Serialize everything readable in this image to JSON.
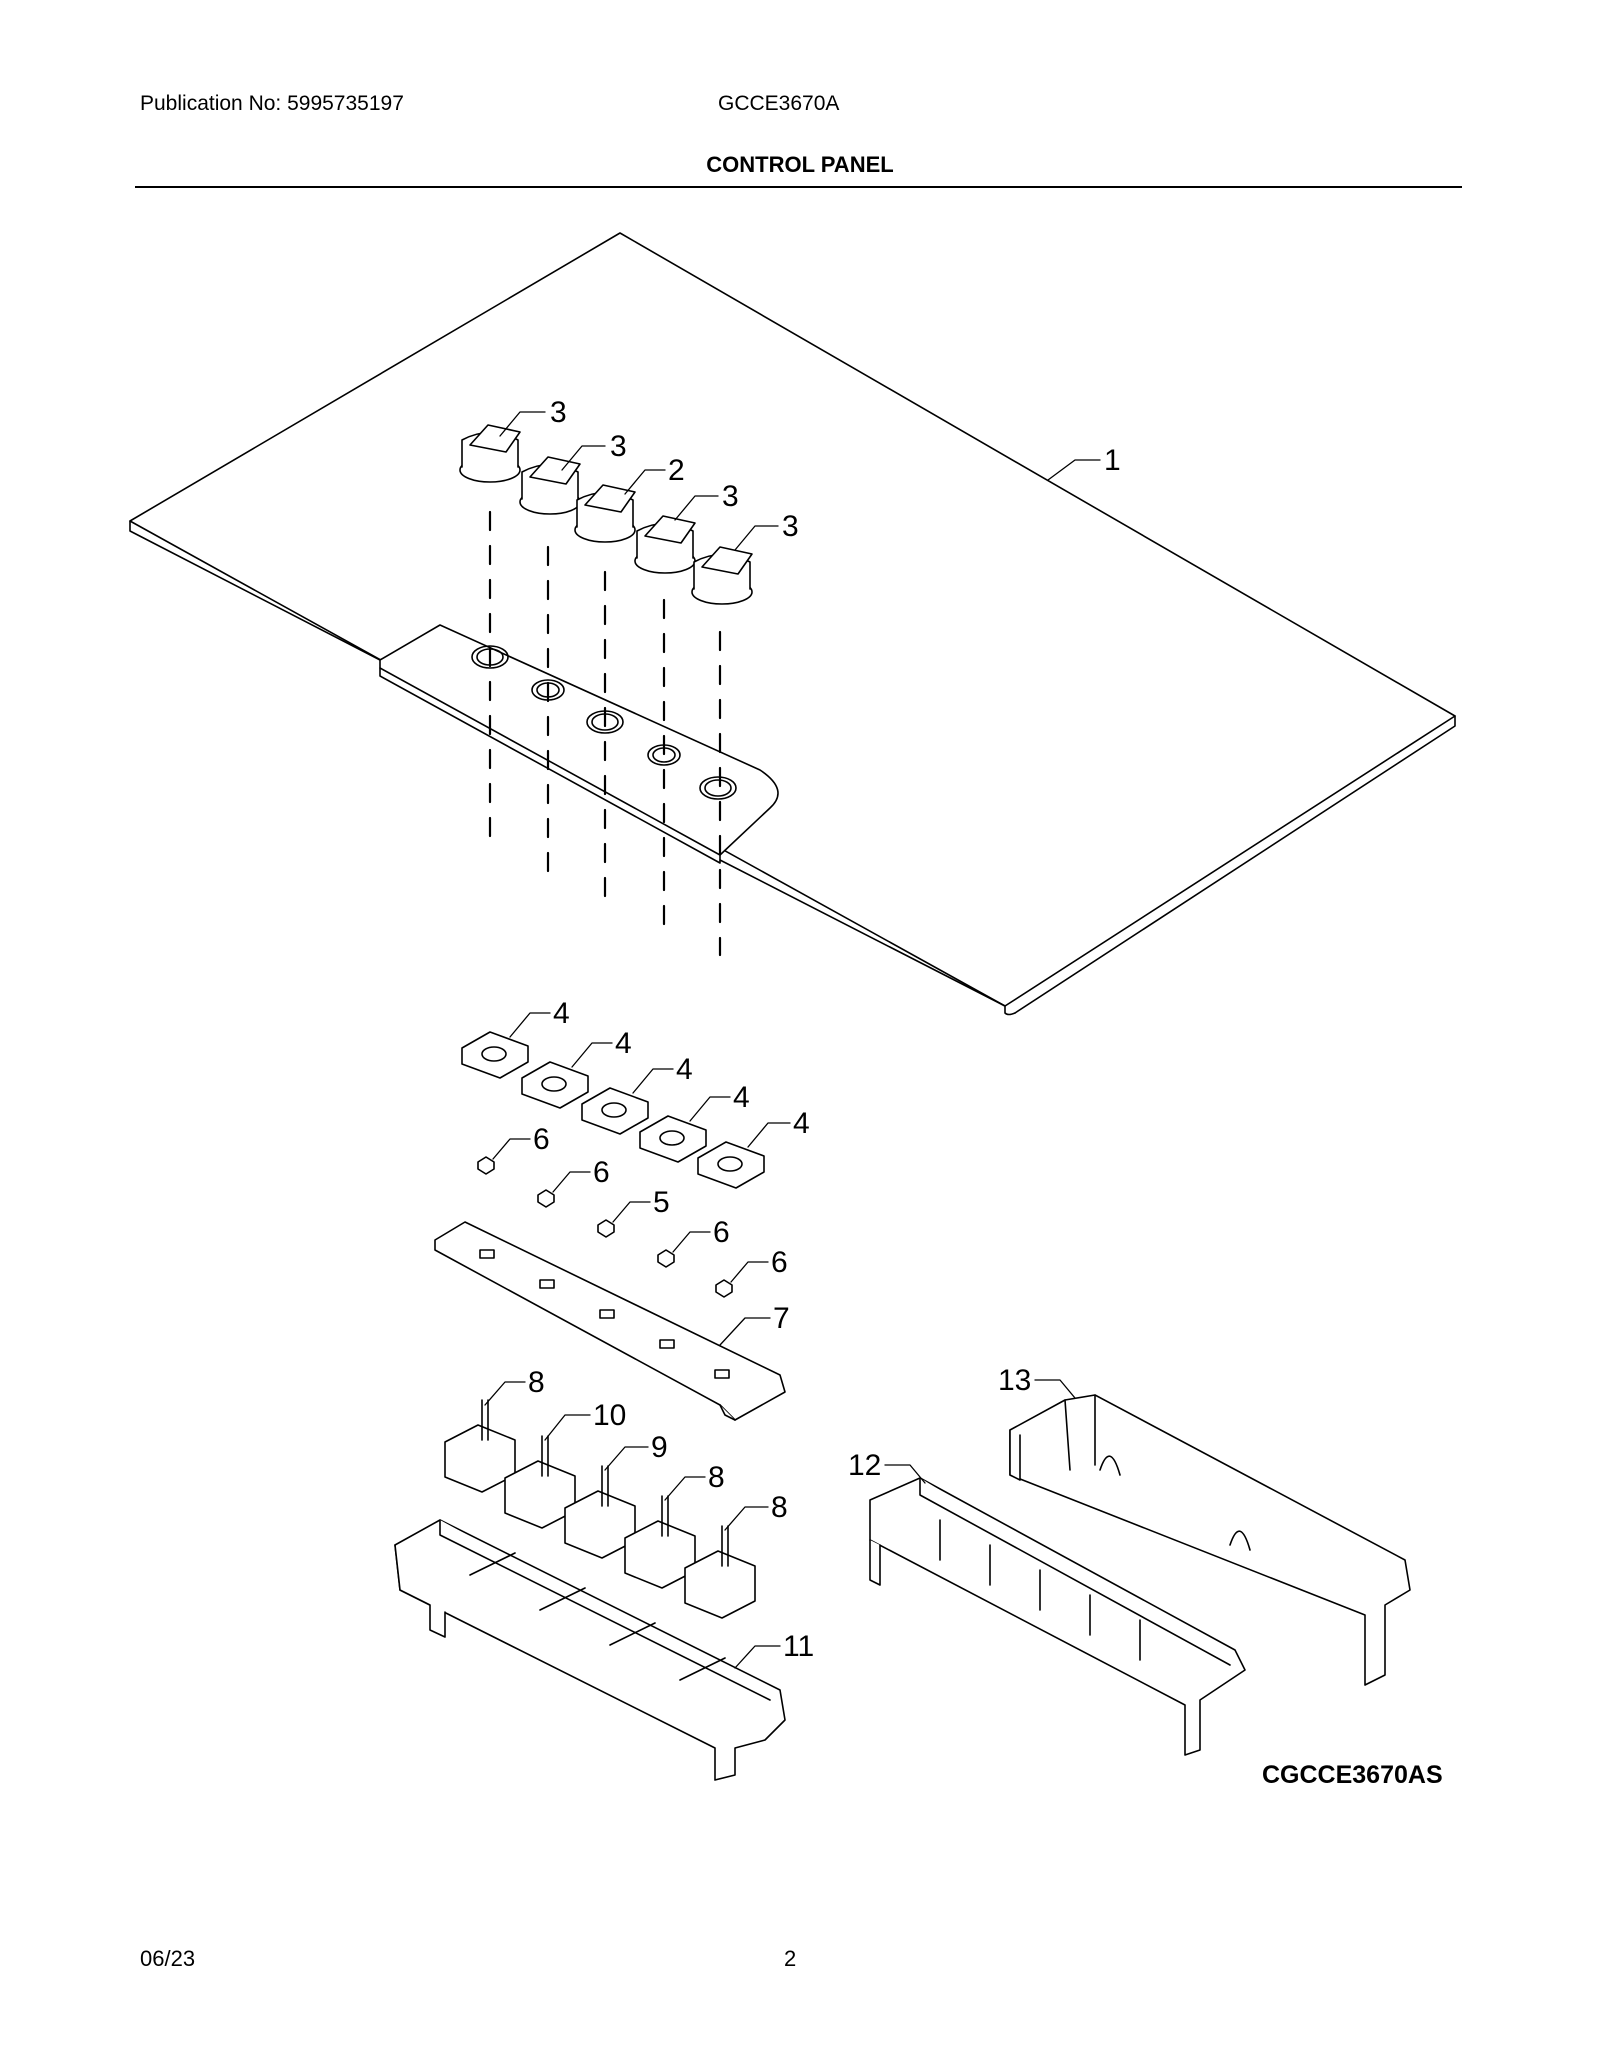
{
  "header": {
    "publication": "Publication No: 5995735197",
    "model": "GCCE3670A",
    "section_title": "CONTROL PANEL"
  },
  "diagram": {
    "code": "CGCCE3670AS",
    "callouts": [
      "1",
      "2",
      "3",
      "3",
      "3",
      "3",
      "4",
      "4",
      "4",
      "4",
      "4",
      "5",
      "6",
      "6",
      "6",
      "6",
      "7",
      "8",
      "8",
      "8",
      "9",
      "10",
      "11",
      "12",
      "13"
    ]
  },
  "footer": {
    "date": "06/23",
    "page": "2"
  }
}
